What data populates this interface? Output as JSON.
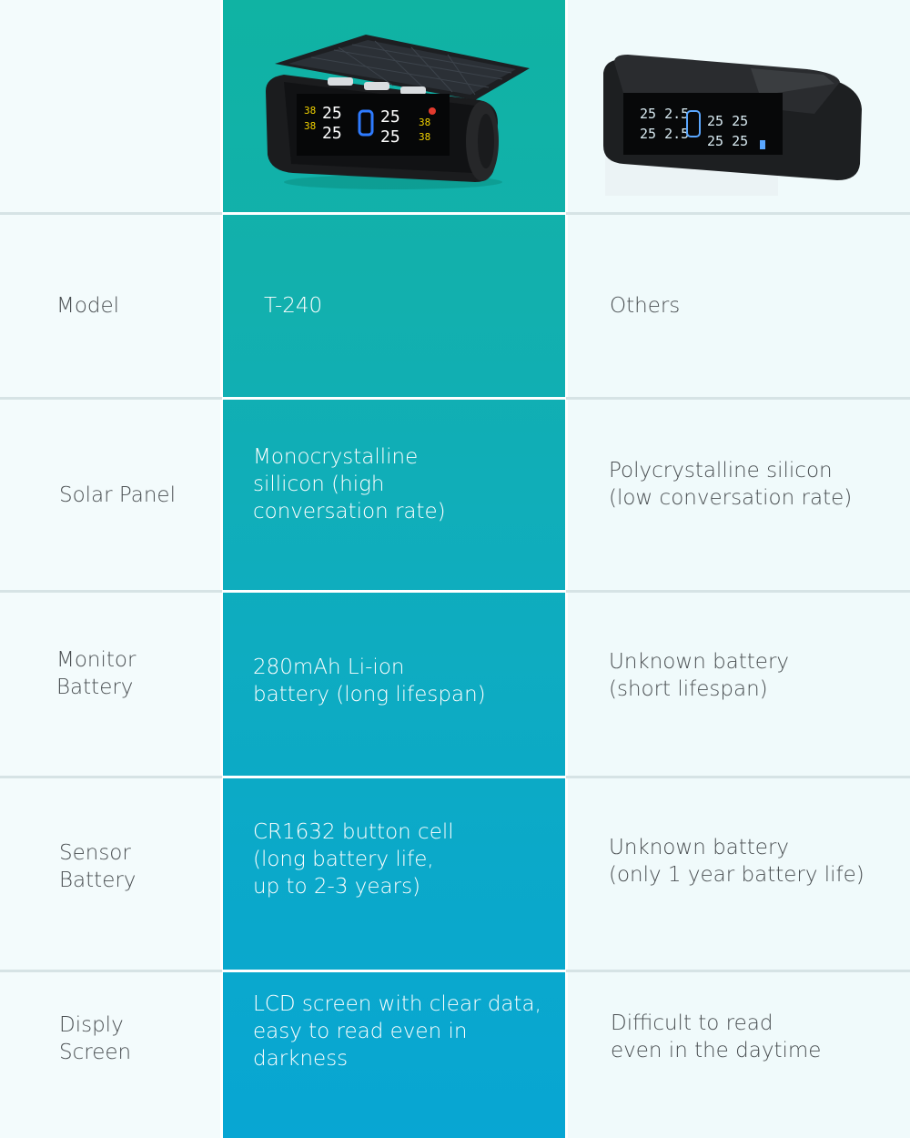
{
  "header": {
    "t240_image": "t240-solar-tpms-monitor",
    "others_image": "others-tpms-monitor"
  },
  "rows": [
    {
      "label": "Model",
      "t240": "T-240",
      "others": "Others"
    },
    {
      "label": "Solar Panel",
      "t240": "Monocrystalline\nsillicon (high\nconversation rate)",
      "others": "Polycrystalline silicon\n(low conversation rate)"
    },
    {
      "label": "Monitor\nBattery",
      "t240": "280mAh Li-ion\nbattery (long lifespan)",
      "others": "Unknown battery\n(short lifespan)"
    },
    {
      "label": "Sensor\nBattery",
      "t240": "CR1632 button cell\n(long battery life,\nup to 2-3 years)",
      "others": "Unknown battery\n(only 1 year battery life)"
    },
    {
      "label": "Disply\nScreen",
      "t240": "LCD screen with clear data,\neasy to read even in darkness",
      "others": "Difficult to read\neven in the daytime"
    }
  ],
  "colors": {
    "mid_top": "#10b3a3",
    "mid_bottom": "#08a6d3",
    "label_text": "#4a4f52",
    "mid_text": "#ffffff"
  }
}
